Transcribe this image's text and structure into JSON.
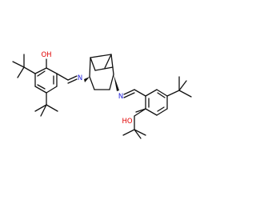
{
  "molecule": {
    "atom_labels": {
      "oh_left": "OH",
      "n_left": "N",
      "n_right": "N",
      "oh_right": "HO"
    },
    "colors": {
      "bond": "#111111",
      "oxygen": "#e00000",
      "nitrogen": "#2020dd",
      "background": "#ffffff"
    }
  }
}
